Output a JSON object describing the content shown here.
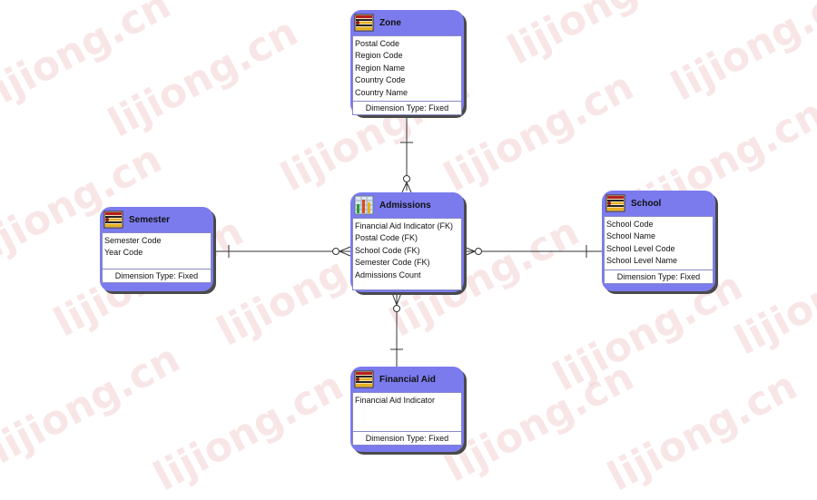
{
  "watermark": "lijiong.cn",
  "colors": {
    "entity_fill": "#7b7bee",
    "line": "#333333"
  },
  "entities": {
    "zone": {
      "title": "Zone",
      "icon": "dimension-table-icon",
      "attributes": [
        "Postal Code",
        "Region Code",
        "Region Name",
        "Country Code",
        "Country Name"
      ],
      "footer": "Dimension Type: Fixed"
    },
    "semester": {
      "title": "Semester",
      "icon": "dimension-table-icon",
      "attributes": [
        "Semester Code",
        "Year Code"
      ],
      "footer": "Dimension Type: Fixed"
    },
    "admissions": {
      "title": "Admissions",
      "icon": "fact-table-icon",
      "attributes": [
        "Financial Aid Indicator (FK)",
        "Postal Code (FK)",
        "School Code (FK)",
        "Semester Code (FK)",
        "Admissions Count"
      ]
    },
    "school": {
      "title": "School",
      "icon": "dimension-table-icon",
      "attributes": [
        "School Code",
        "School Name",
        "School Level Code",
        "School Level Name"
      ],
      "footer": "Dimension Type: Fixed"
    },
    "financial_aid": {
      "title": "Financial Aid",
      "icon": "dimension-table-icon",
      "attributes": [
        "Financial Aid Indicator"
      ],
      "footer": "Dimension Type: Fixed"
    }
  }
}
